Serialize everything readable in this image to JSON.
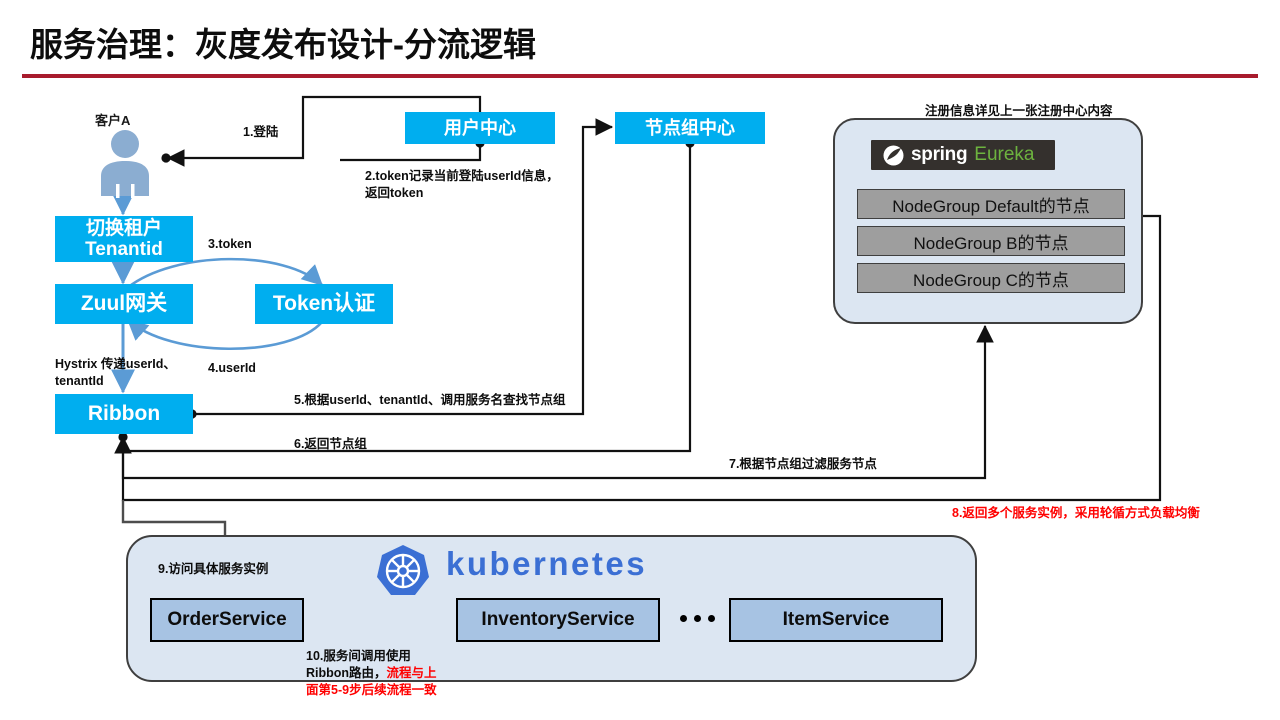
{
  "header": {
    "title": "服务治理：灰度发布设计-分流逻辑",
    "rule_color": "#a81b2d"
  },
  "actor": {
    "label": "客户A",
    "icon": "person-icon",
    "color": "#8badd1"
  },
  "boxes": {
    "tenant": {
      "line1": "切换租户",
      "line2": "Tenantid"
    },
    "zuul": {
      "label": "Zuul网关"
    },
    "token_auth": {
      "label": "Token认证"
    },
    "ribbon": {
      "label": "Ribbon"
    },
    "user_center": {
      "label": "用户中心"
    },
    "nodegroup_center": {
      "label": "节点组中心"
    },
    "cyan_color": "#00AEEF"
  },
  "eureka": {
    "caption": "注册信息详见上一张注册中心内容",
    "logo_spring": "spring",
    "logo_eureka": "Eureka",
    "logo_bg": "#34302d",
    "logo_green": "#6db33f",
    "nodes": [
      "NodeGroup Default的节点",
      "NodeGroup B的节点",
      "NodeGroup C的节点"
    ]
  },
  "kubernetes": {
    "brand": "kubernetes",
    "brand_color": "#3b6fd4",
    "services": [
      "OrderService",
      "InventoryService",
      "ItemService"
    ],
    "ellipsis": "•••"
  },
  "flow_labels": {
    "step1": "1.登陆",
    "step2": "2.token记录当前登陆userId信息，\n返回token",
    "step3": "3.token",
    "step4": "4.userId",
    "step5": "5.根据userId、tenantId、调用服务名查找节点组",
    "step6": "6.返回节点组",
    "step7": "7.根据节点组过滤服务节点",
    "step8": "8.返回多个服务实例，采用轮循方式负载均衡",
    "step9": "9.访问具体服务实例",
    "step10_black": "10.服务间调用使用\nRibbon路由，",
    "step10_red": "流程与上\n面第5-9步后续流程一致",
    "hystrix": "Hystrix 传递userId、\ntenantId"
  },
  "colors": {
    "accent_cyan": "#00AEEF",
    "blue_arrow": "#5b9bd5",
    "red": "#ff0000",
    "panel_fill": "#dce6f2",
    "service_fill": "#a7c3e3",
    "node_fill": "#9e9e9e"
  }
}
